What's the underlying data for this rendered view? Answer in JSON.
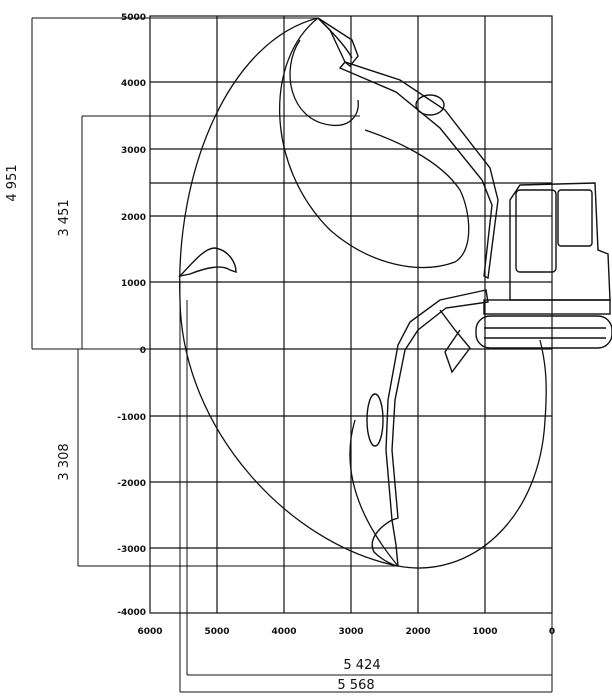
{
  "y_axis_ticks": [
    "5000",
    "4000",
    "3000",
    "2000",
    "1000",
    "0",
    "-1000",
    "-2000",
    "-3000",
    "-4000"
  ],
  "x_axis_ticks": [
    "6000",
    "5000",
    "4000",
    "3000",
    "2000",
    "1000",
    "0"
  ],
  "dimensions": {
    "max_reach_height": "4 951",
    "max_dump_height": "3 451",
    "max_dig_depth": "3 308",
    "max_reach_ground": "5 424",
    "max_reach": "5 568"
  }
}
